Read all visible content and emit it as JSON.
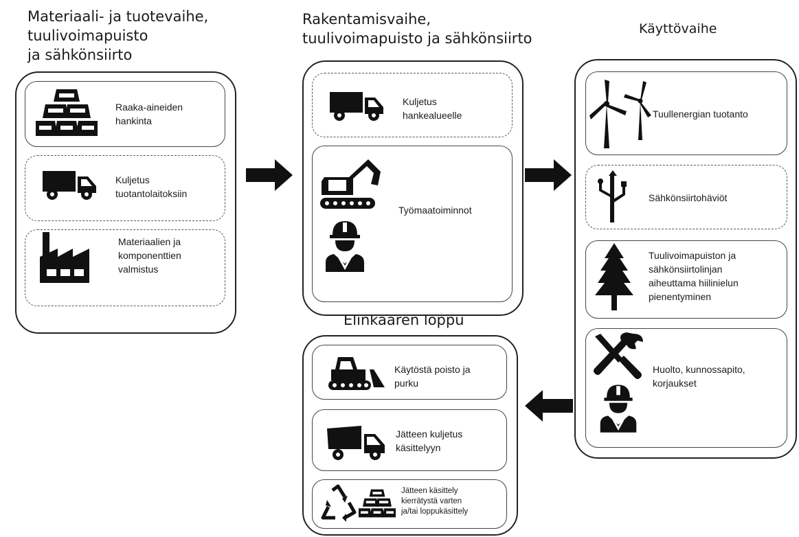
{
  "stages": {
    "materials": {
      "title": [
        "Materiaali- ja tuotevaihe,",
        "tuulivoimapuisto",
        "ja sähkönsiirto"
      ],
      "items": [
        {
          "icon": "gold-bars-icon",
          "label": [
            "Raaka-aineiden",
            "hankinta"
          ]
        },
        {
          "icon": "truck-icon",
          "label": [
            "Kuljetus",
            "tuotantolaitoksiin"
          ]
        },
        {
          "icon": "factory-icon",
          "label": [
            "Materiaalien ja",
            "komponenttien",
            "valmistus"
          ]
        }
      ]
    },
    "construction": {
      "title": [
        "Rakentamisvaihe,",
        "tuulivoimapuisto ja sähkönsiirto"
      ],
      "items": [
        {
          "icon": "truck-icon",
          "label": [
            "Kuljetus",
            "hankealueelle"
          ]
        },
        {
          "icon": "excavator-icon",
          "icon2": "construction-worker-icon",
          "label": [
            "Työmaatoiminnot"
          ]
        }
      ]
    },
    "operation": {
      "title": [
        "Käyttövaihe"
      ],
      "items": [
        {
          "icon": "wind-turbine-icon",
          "label": [
            "Tuullenergian tuotanto"
          ]
        },
        {
          "icon": "power-transmission-icon",
          "label": [
            "Sähkönsiirtohäviöt"
          ]
        },
        {
          "icon": "tree-icon",
          "label": [
            "Tuulivoimapuiston ja",
            "sähkönsiirtolinjan",
            "aiheuttama hiilinielun",
            "pienentyminen"
          ]
        },
        {
          "icon": "tools-icon",
          "icon2": "construction-worker-icon",
          "label": [
            "Huolto, kunnossapito,",
            "korjaukset"
          ]
        }
      ]
    },
    "end_of_life": {
      "title": [
        "Elinkaaren loppu"
      ],
      "items": [
        {
          "icon": "bulldozer-icon",
          "label": [
            "Käytöstä poisto ja",
            "purku"
          ]
        },
        {
          "icon": "dump-truck-icon",
          "label": [
            "Jätteen kuljetus",
            "käsittelyyn"
          ]
        },
        {
          "icon": "recycle-icon",
          "icon2": "gold-bars-icon",
          "label": [
            "Jätteen käsittely",
            "kierrätystä varten",
            "ja/tai loppukäsittely"
          ]
        }
      ]
    }
  },
  "colors": {
    "ink": "#111111",
    "border": "#222222",
    "arrow": "#111111"
  }
}
